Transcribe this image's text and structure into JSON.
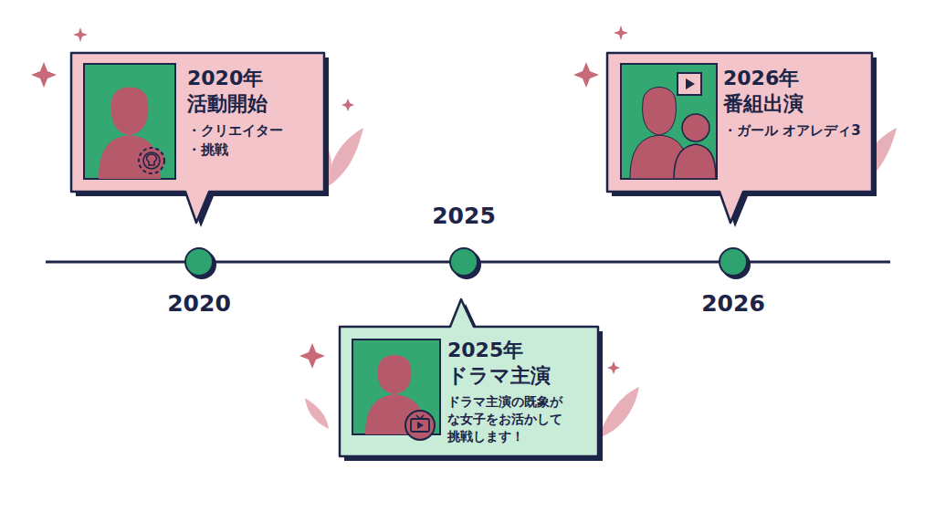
{
  "diagram": {
    "nodes": [
      {
        "text": [
          "2020年 活動開始",
          "・クリエイター",
          "・挑戦"
        ]
      },
      {
        "text": [
          "2025年 ドラマ主演",
          "ドラマ主演の既象が な女子をお活かして 挑戦します！"
        ]
      },
      {
        "text": [
          "2026年 番組出演",
          "・ガール オアレディ3"
        ]
      }
    ],
    "labels": [
      "2020",
      "2025",
      "2026"
    ]
  }
}
